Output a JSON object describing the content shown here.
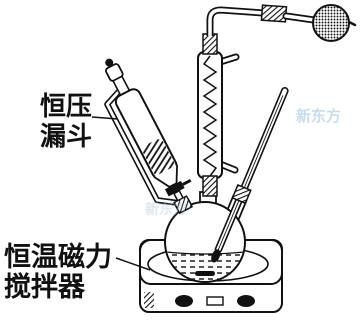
{
  "labels": {
    "funnel": [
      "恒压",
      "漏斗"
    ],
    "stirrer": [
      "恒温磁力",
      "搅拌器"
    ]
  },
  "watermark": [
    "新东方",
    "新东方"
  ],
  "colors": {
    "ink": "#111111",
    "watermark": "#9fbfdc"
  }
}
